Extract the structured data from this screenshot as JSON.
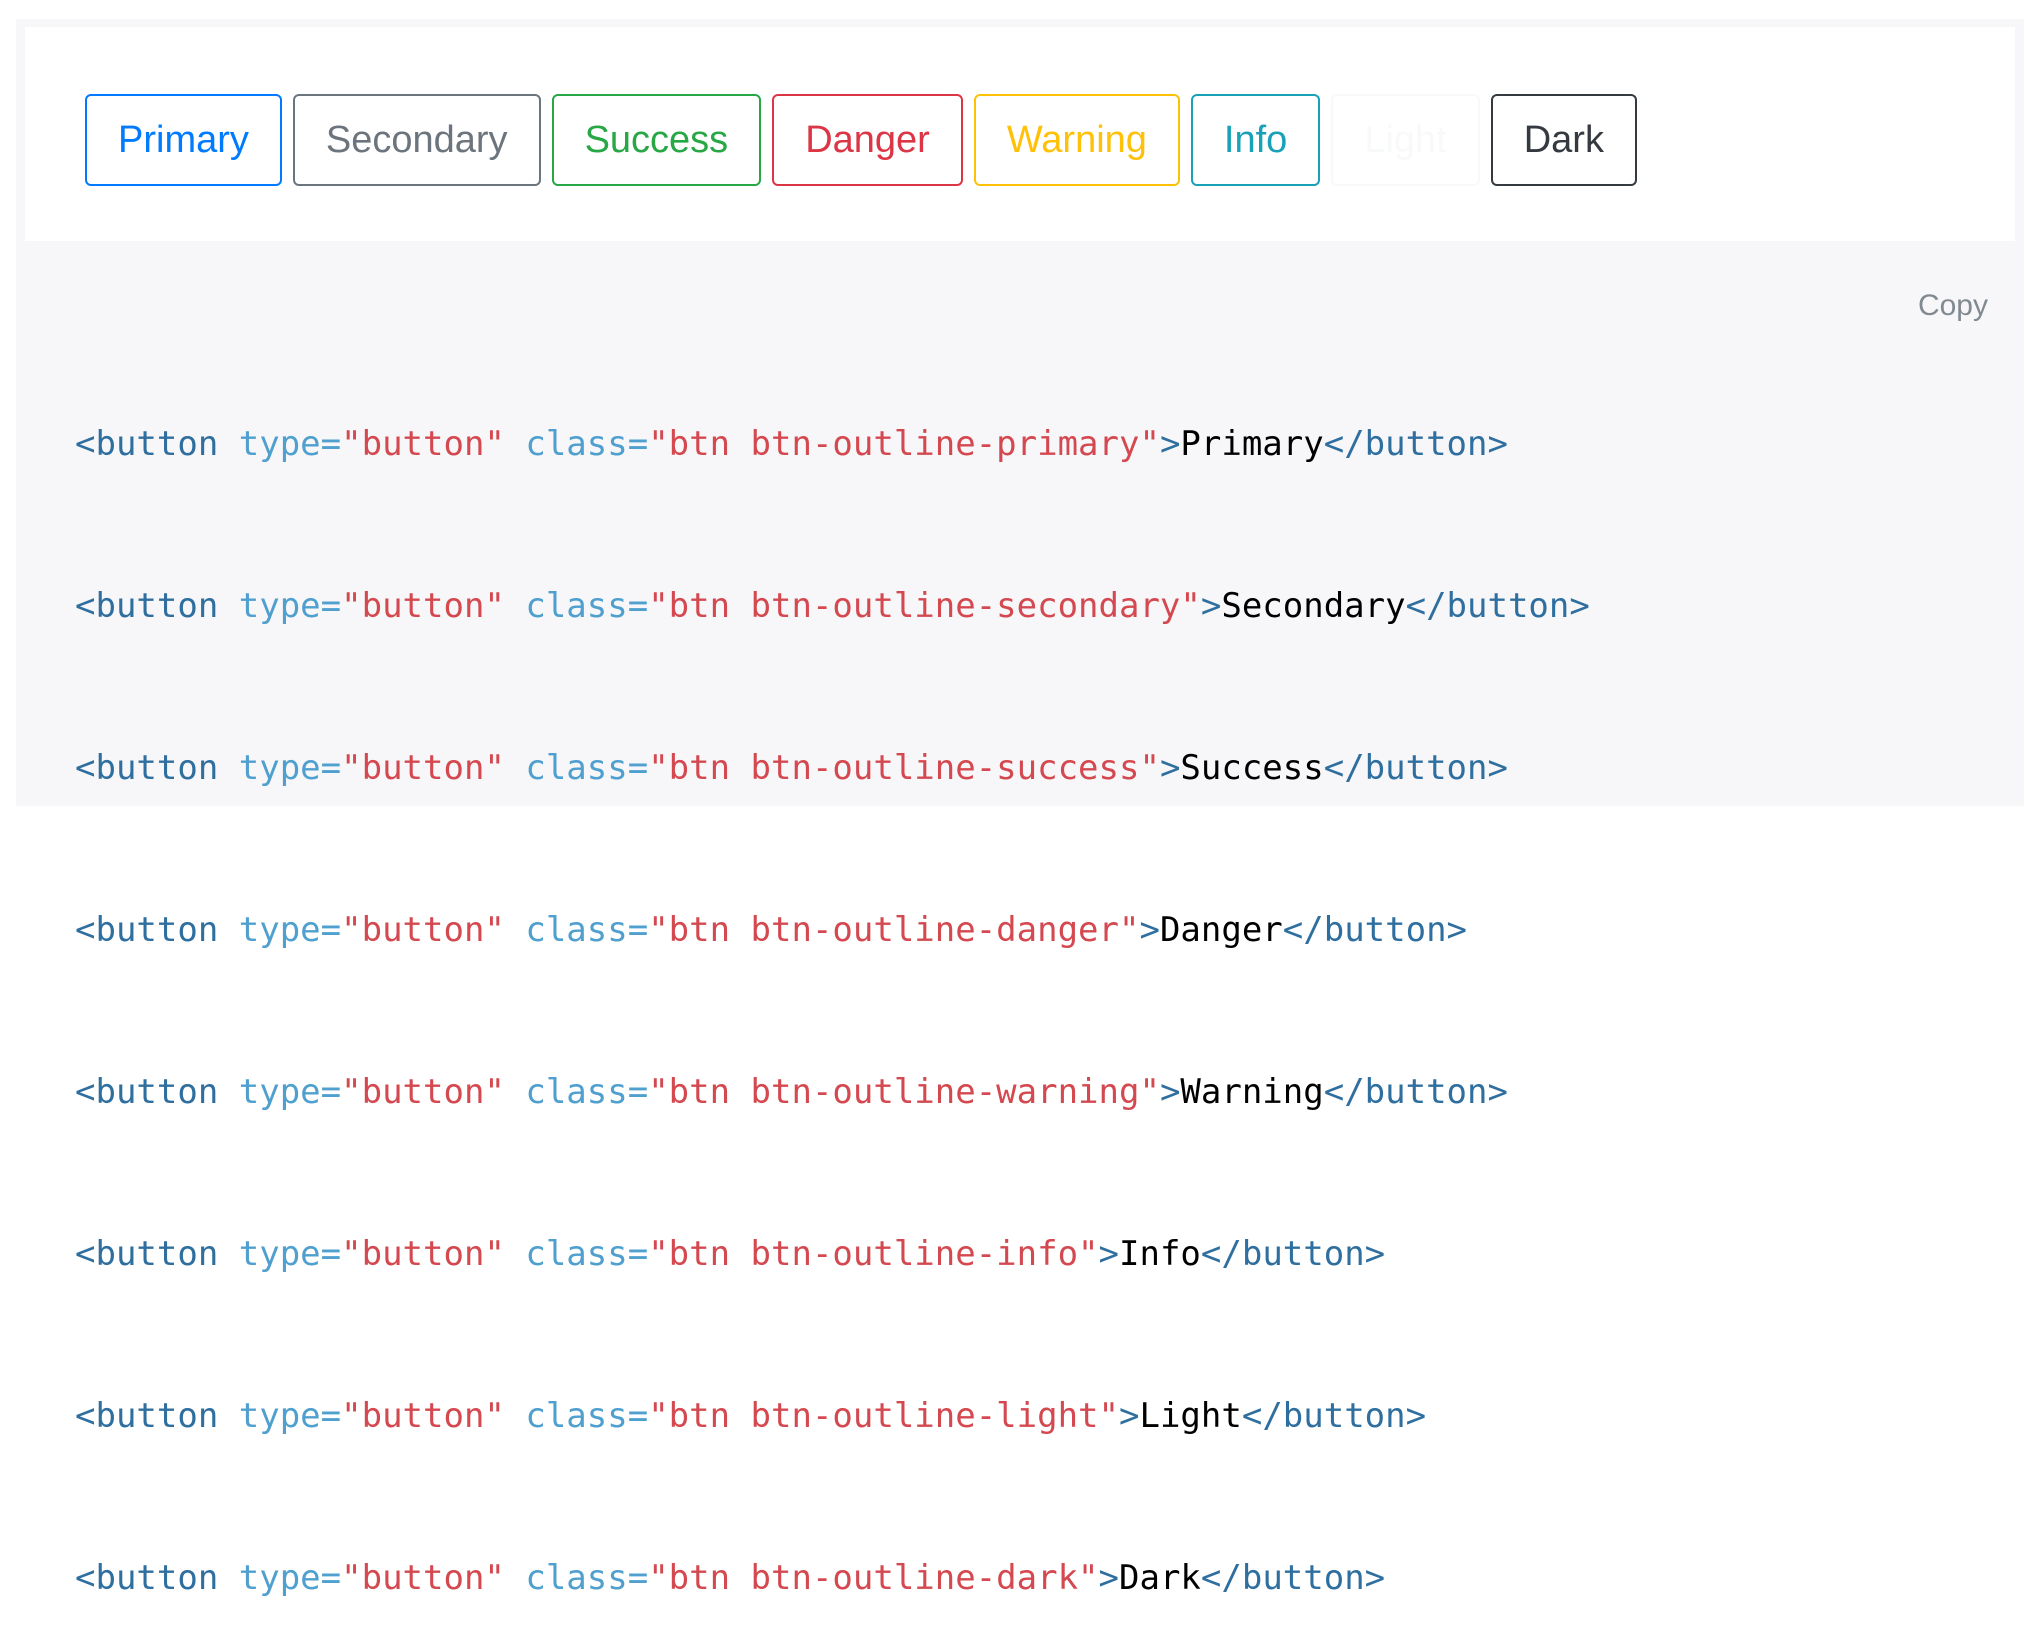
{
  "buttons": [
    {
      "label": "Primary",
      "color": "#007bff"
    },
    {
      "label": "Secondary",
      "color": "#6c757d"
    },
    {
      "label": "Success",
      "color": "#28a745"
    },
    {
      "label": "Danger",
      "color": "#dc3545"
    },
    {
      "label": "Warning",
      "color": "#ffc107"
    },
    {
      "label": "Info",
      "color": "#17a2b8"
    },
    {
      "label": "Light",
      "color": "#f8f9fa"
    },
    {
      "label": "Dark",
      "color": "#343a40"
    }
  ],
  "copy_label": "Copy",
  "code": {
    "open_tag": "<button",
    "type_attr": " type=",
    "type_val": "\"button\"",
    "class_attr": " class=",
    "close_tag": "</button>",
    "gt": ">",
    "lines": [
      {
        "class_val": "\"btn btn-outline-primary\"",
        "text": "Primary"
      },
      {
        "class_val": "\"btn btn-outline-secondary\"",
        "text": "Secondary"
      },
      {
        "class_val": "\"btn btn-outline-success\"",
        "text": "Success"
      },
      {
        "class_val": "\"btn btn-outline-danger\"",
        "text": "Danger"
      },
      {
        "class_val": "\"btn btn-outline-warning\"",
        "text": "Warning"
      },
      {
        "class_val": "\"btn btn-outline-info\"",
        "text": "Info"
      },
      {
        "class_val": "\"btn btn-outline-light\"",
        "text": "Light"
      },
      {
        "class_val": "\"btn btn-outline-dark\"",
        "text": "Dark"
      }
    ]
  }
}
